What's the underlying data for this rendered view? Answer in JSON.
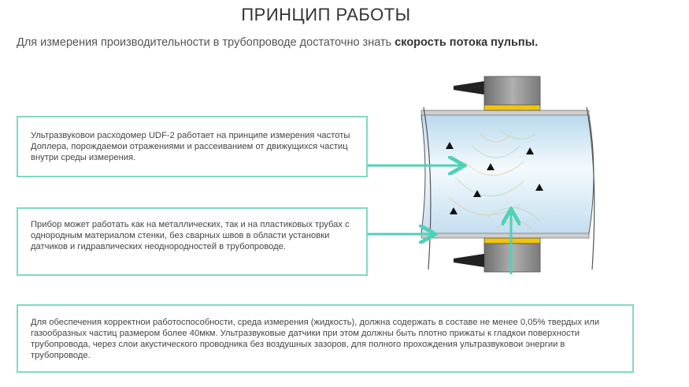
{
  "title": "ПРИНЦИП РАБОТЫ",
  "lead": {
    "text": "Для измерения производительности в трубопроводе достаточно знать ",
    "bold": "скорость потока пульпы."
  },
  "boxes": [
    {
      "text": "Ультразвуковои расходомер UDF-2 работает на принципе измерения частоты Доплера, порождаемои отражениями и рассеиванием от движущихся частиц внутри среды измерения."
    },
    {
      "text": "Прибор может работать как на металлических, так и на пластиковых трубах с однородным материалом стенки, без сварных швов в области установки датчиков и гидравлических неоднородностей в трубопроводе."
    },
    {
      "text": "Для обеспечения корректнои работоспособности, среда измерения (жидкость), должна содержать в составе не менее 0,05% твердых или газообразных частиц размером более 40мкм. Ультразвуковые датчики при этом должны быть плотно прижаты к гладкои поверхности трубопровода, через слои акустического проводника без воздушных зазоров, для полного прохождения ультразвуковои энергии в трубопроводе."
    }
  ],
  "colors": {
    "accent": "#4fd1b5",
    "pipe_fill": "#d6eaf5",
    "sensor_yellow": "#f1c40f",
    "sensor_gray": "#8d8d8d"
  }
}
